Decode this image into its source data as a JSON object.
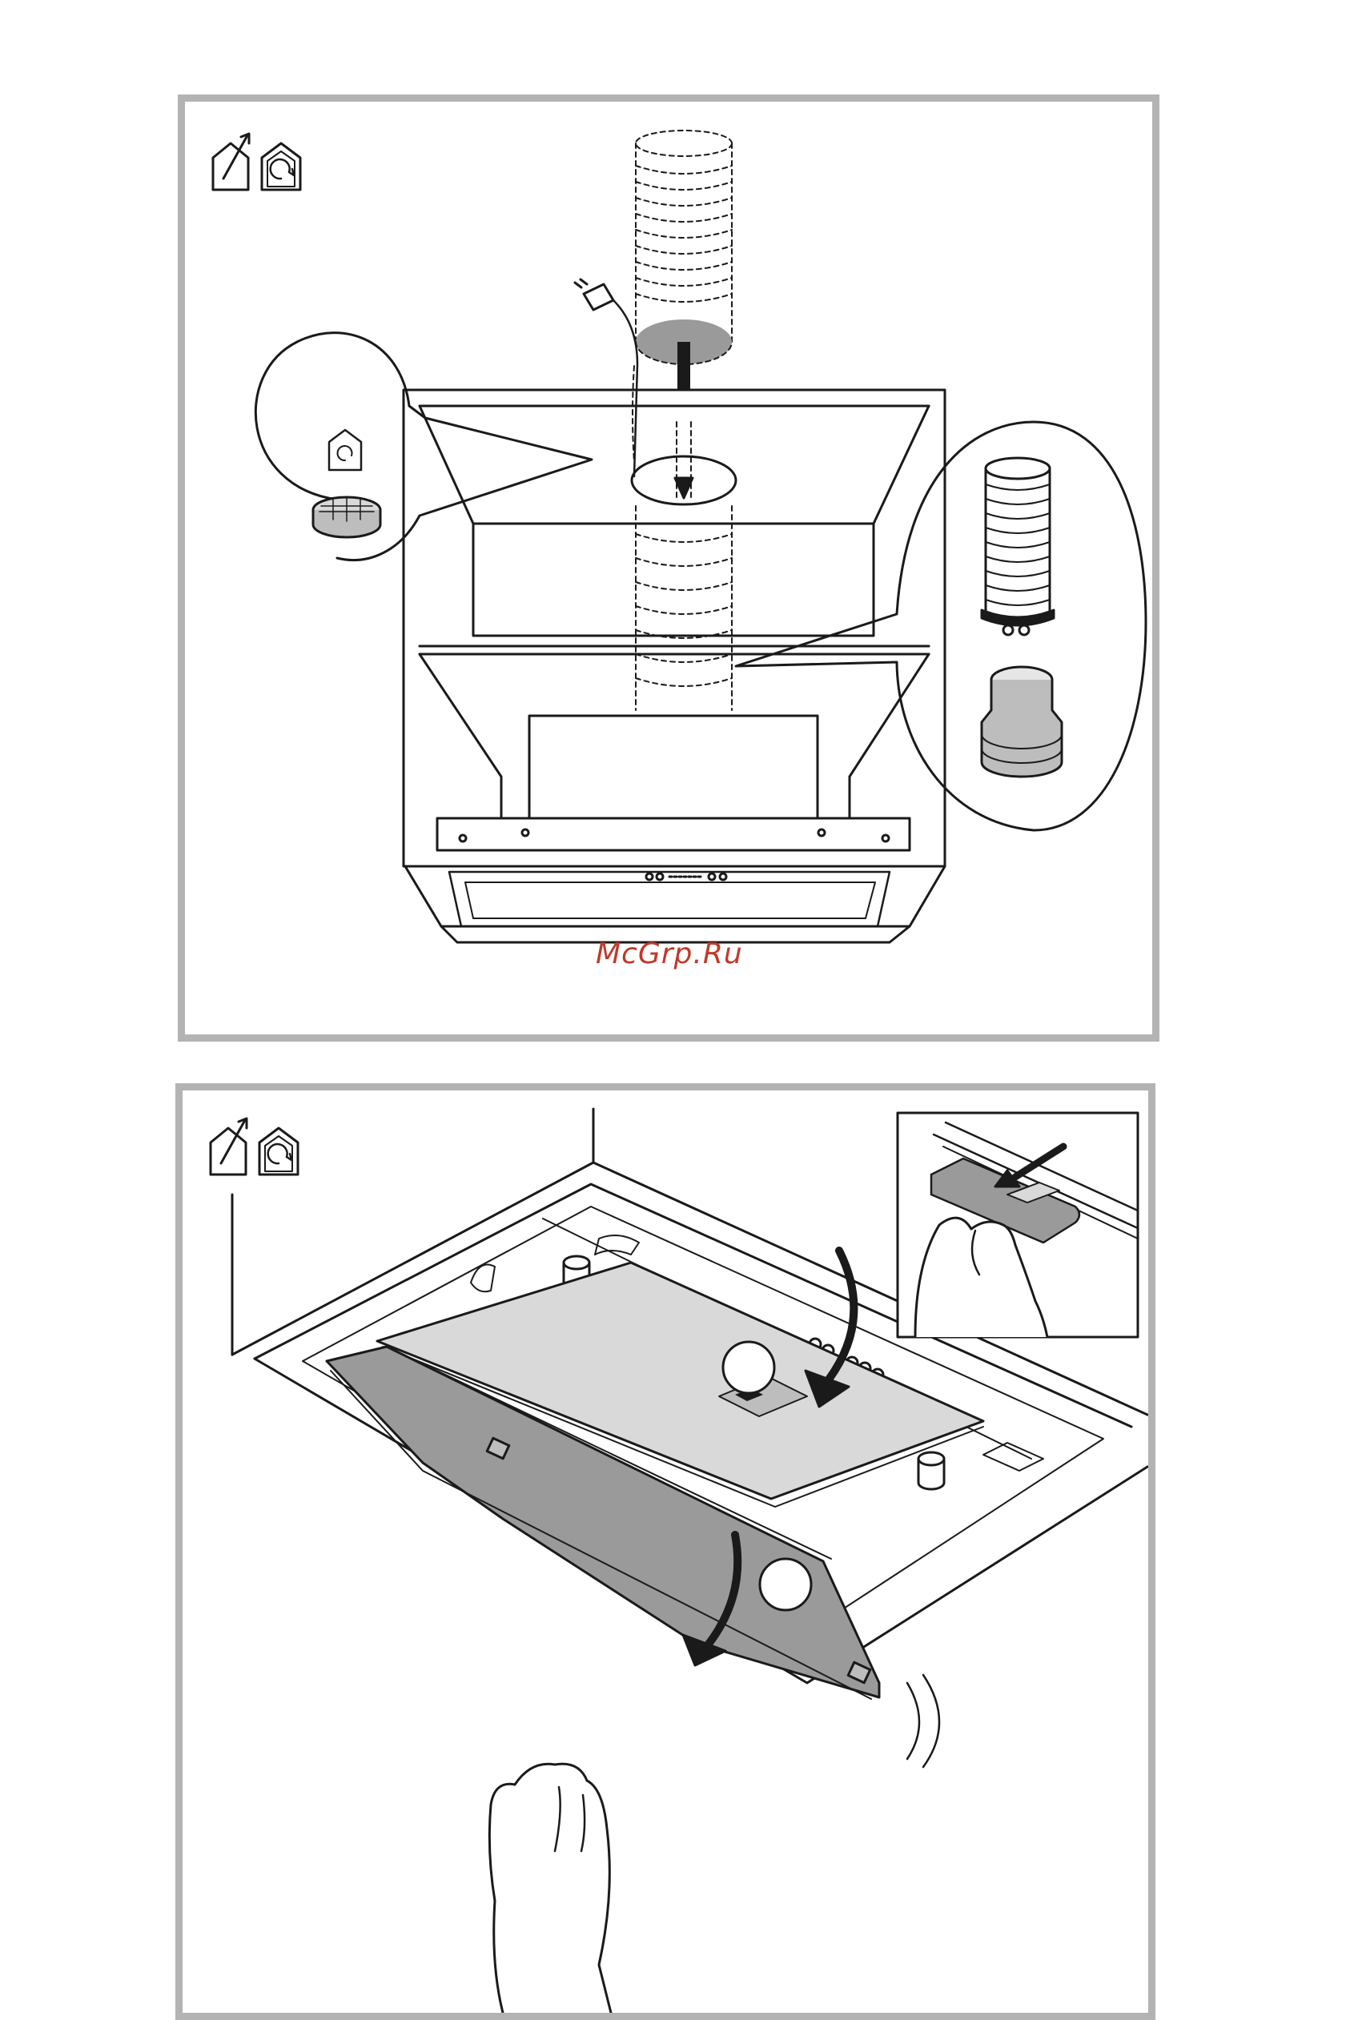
{
  "watermark": {
    "text": "McGrp.Ru",
    "color": "#c0392b"
  },
  "figures": [
    {
      "id": "figure-1",
      "icons": [
        "ducted-mode-icon",
        "recirculation-mode-icon"
      ],
      "callouts": [
        "charcoal-filter-callout",
        "duct-adapter-callout"
      ]
    },
    {
      "id": "figure-2",
      "icons": [
        "ducted-mode-icon",
        "recirculation-mode-icon"
      ],
      "step_markers": [
        "step-1-marker",
        "step-2-marker"
      ],
      "callouts": [
        "filter-latch-detail-callout"
      ]
    }
  ],
  "colors": {
    "frame": "#b3b3b3",
    "line": "#1a1a1a",
    "panel_fill": "#9a9a9a",
    "filter_fill": "#d9d9d9"
  }
}
